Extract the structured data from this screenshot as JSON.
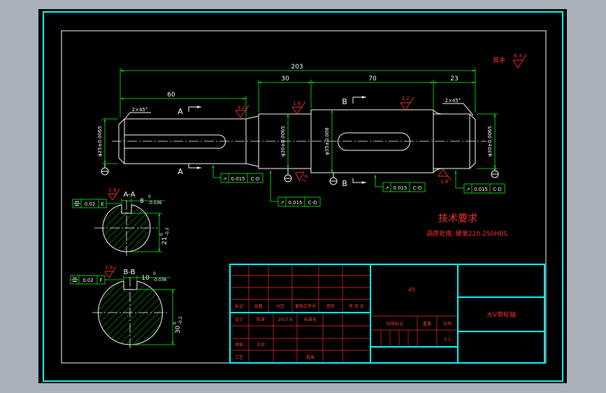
{
  "colors": {
    "background": "#a9b2ba",
    "model_space": "#000000",
    "frame": "#00ffff",
    "outline": "#ffffff",
    "dimension": "#00ff00",
    "annotation": "#ff3030"
  },
  "shaft": {
    "dimensions": {
      "overall": "203",
      "first_step": "60",
      "bearing_left": "30",
      "keyway_section": "70",
      "bearing_right": "23"
    },
    "chamfers": {
      "left": "2×45°",
      "right": "2×45°"
    },
    "diameters": {
      "left_end": "φ25±0.0065",
      "bearing_left": "φ30±0.0065",
      "middle": "φ35±0.008",
      "bearing_right": "φ30±0.0065"
    },
    "roughness": {
      "left_shoulder": "3.2",
      "bearing_left": "1.6",
      "keyway": "3.2",
      "bearing_left_lower": "1.6",
      "bearing_right": "1.6"
    },
    "other_roughness": {
      "label": "其余",
      "value": "6.3"
    },
    "section_marks": {
      "a_top": "A",
      "a_bottom": "A",
      "b_top": "B",
      "b_bottom": "B"
    },
    "runout_tolerances": [
      {
        "symbol": "↗",
        "value": "0.015",
        "datum": "C-D"
      },
      {
        "symbol": "↗",
        "value": "0.015",
        "datum": "C-D"
      },
      {
        "symbol": "↗",
        "value": "0.015",
        "datum": "C-D"
      },
      {
        "symbol": "↗",
        "value": "0.015",
        "datum": "C-D"
      }
    ]
  },
  "section_aa": {
    "title": "A-A",
    "roughness": "1.6",
    "symmetry": {
      "icon": "symmetry-icon",
      "value": "0.02",
      "datum": "E"
    },
    "key_width": {
      "nominal": "8",
      "upper": "0",
      "lower": "-0.036"
    },
    "depth": {
      "nominal": "21",
      "upper": "0",
      "lower": "-0.2"
    }
  },
  "section_bb": {
    "title": "B-B",
    "roughness": "1.6",
    "symmetry": {
      "icon": "symmetry-icon",
      "value": "0.02",
      "datum": "F"
    },
    "key_width": {
      "nominal": "10",
      "upper": "0",
      "lower": "-0.036"
    },
    "depth": {
      "nominal": "30",
      "upper": "0",
      "lower": "-0.2"
    }
  },
  "technical_requirements": {
    "heading": "技术要求",
    "text": "调质处理, 硬度220-250HBS"
  },
  "title_block": {
    "material": "45",
    "part_name": "大V带轮轴",
    "header": [
      "标记",
      "处数",
      "分区",
      "更改文件号",
      "签名",
      "年 月 日"
    ],
    "design_label": "设计",
    "designer": "陈涛",
    "date": "2017.6",
    "standardize_label": "标准化",
    "review_label": "审核",
    "reviewer": "王珍",
    "process_label": "工艺",
    "approve_label": "批准",
    "stage_label": "阶段标记",
    "weight_label": "重量",
    "scale_label": "比例",
    "scale": "1:1"
  }
}
